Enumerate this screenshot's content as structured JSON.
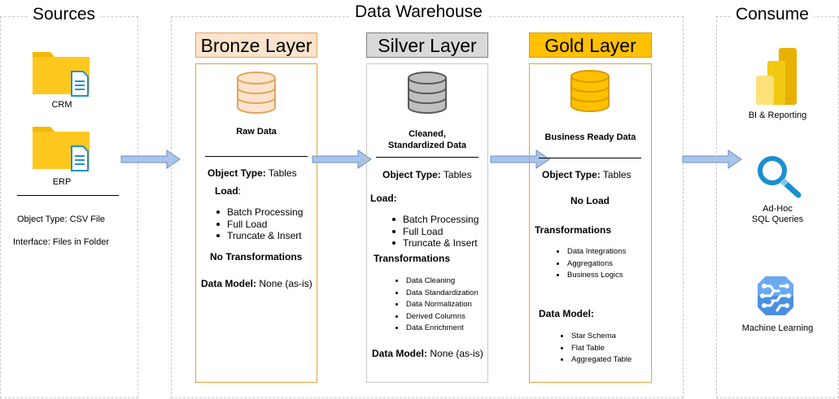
{
  "sources": {
    "title": "Sources",
    "items": [
      {
        "label": "CRM",
        "icon": "folder-document-icon"
      },
      {
        "label": "ERP",
        "icon": "folder-document-icon"
      }
    ],
    "object_type": "Object Type: CSV File",
    "interface": "Interface: Files in Folder"
  },
  "warehouse": {
    "title": "Data Warehouse",
    "bronze": {
      "title": "Bronze Layer",
      "icon": "database-icon",
      "subtitle": "Raw Data",
      "object_type_label": "Object Type:",
      "object_type_value": "Tables",
      "load_label": "Load",
      "load_colon": ":",
      "load_items": [
        "Batch Processing",
        "Full Load",
        "Truncate & Insert"
      ],
      "transformations": "No Transformations",
      "data_model_label": "Data Model:",
      "data_model_value": "None (as-is)",
      "colors": {
        "fill": "#fce3cc",
        "border": "#e2a55c",
        "box_border": "#d9a440"
      }
    },
    "silver": {
      "title": "Silver Layer",
      "icon": "database-icon",
      "subtitle_line1": "Cleaned,",
      "subtitle_line2": "Standardized Data",
      "object_type_label": "Object Type:",
      "object_type_value": "Tables",
      "load_label": "Load:",
      "load_items": [
        "Batch Processing",
        "Full Load",
        "Truncate & Insert"
      ],
      "transformations_label": "Transformations",
      "transformations_items": [
        "Data Cleaning",
        "Data Standardization",
        "Data Normalization",
        "Derived Columns",
        "Data Enrichment"
      ],
      "data_model_label": "Data Model:",
      "data_model_value": "None (as-is)",
      "colors": {
        "fill": "#d9d9d9",
        "border": "#7f7f7f",
        "box_border": "#c8c8c8"
      }
    },
    "gold": {
      "title": "Gold Layer",
      "icon": "database-icon",
      "subtitle": "Business Ready Data",
      "object_type_label": "Object Type:",
      "object_type_value": "Tables",
      "load": "No Load",
      "transformations_label": "Transformations",
      "transformations_items": [
        "Data Integrations",
        "Aggregations",
        "Business Logics"
      ],
      "data_model_label": "Data Model:",
      "data_model_items": [
        "Star Schema",
        "Flat Table",
        "Aggregated Table"
      ],
      "colors": {
        "fill": "#ffc000",
        "border": "#d79b00",
        "box_border": "#d9a440"
      }
    }
  },
  "consume": {
    "title": "Consume",
    "items": [
      {
        "label": "BI & Reporting",
        "icon": "power-bi-icon"
      },
      {
        "label_line1": "Ad-Hoc",
        "label_line2": "SQL Queries",
        "icon": "magnifier-icon"
      },
      {
        "label": "Machine Learning",
        "icon": "brain-icon"
      }
    ]
  },
  "colors": {
    "arrow": "#a9c4eb",
    "arrow_border": "#6c8ebf",
    "folder": "#ffc81e",
    "doc": "#1f8fd6"
  }
}
